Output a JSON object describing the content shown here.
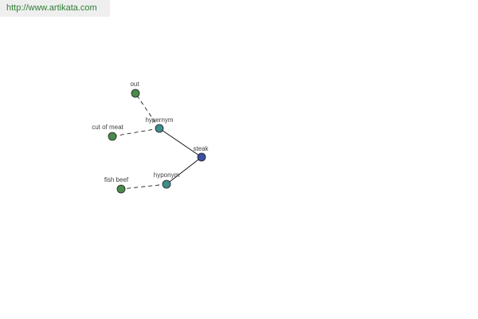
{
  "header": {
    "url": "http://www.artikata.com"
  },
  "graph": {
    "colors": {
      "center": "#3b4ea0",
      "relation": "#3f8c8c",
      "term": "#4b8a4b",
      "edge": "#000000"
    },
    "nodes": {
      "steak": {
        "label": "steak",
        "kind": "center"
      },
      "hypernym": {
        "label": "hypernym",
        "kind": "relation"
      },
      "hyponym": {
        "label": "hyponym",
        "kind": "relation"
      },
      "out": {
        "label": "out",
        "kind": "term"
      },
      "cut_of_meat": {
        "label": "cut of meat",
        "kind": "term"
      },
      "fish_beef": {
        "label": "fish beef",
        "kind": "term"
      }
    },
    "edges": [
      {
        "from": "steak",
        "to": "hypernym",
        "style": "solid"
      },
      {
        "from": "steak",
        "to": "hyponym",
        "style": "solid"
      },
      {
        "from": "hypernym",
        "to": "out",
        "style": "dashed"
      },
      {
        "from": "hypernym",
        "to": "cut_of_meat",
        "style": "dashed"
      },
      {
        "from": "hyponym",
        "to": "fish_beef",
        "style": "dashed"
      }
    ]
  }
}
